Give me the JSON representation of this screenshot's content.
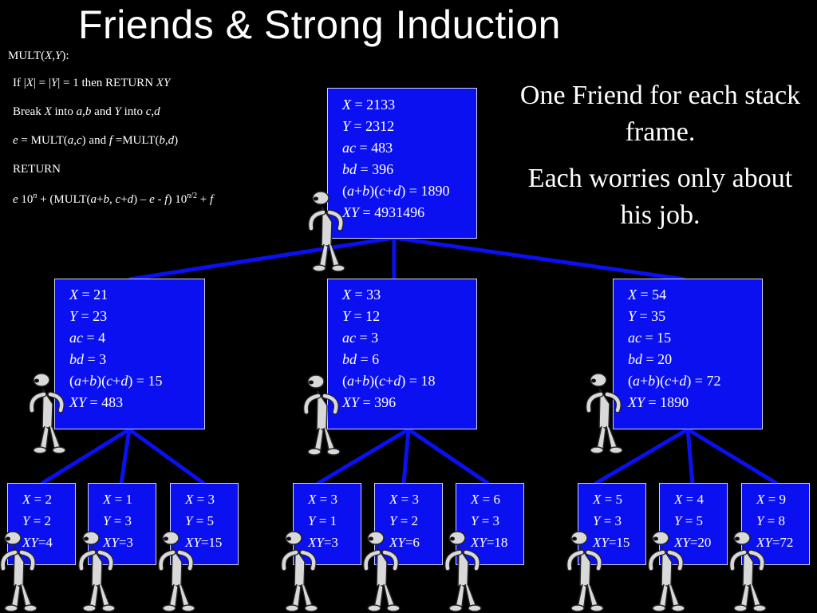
{
  "title": "Friends & Strong Induction",
  "algorithm": {
    "line0": "MULT(X,Y):",
    "line1": "If |X| = |Y| = 1 then RETURN XY",
    "line2": "Break X into a,b and Y into c,d",
    "line3": "e = MULT(a,c) and f =MULT(b,d)",
    "line4": "RETURN",
    "line5": "e 10n + (MULT(a+b, c+d) – e - f) 10n/2 + f"
  },
  "side_text": {
    "p1": "One Friend for each stack frame.",
    "p2": "Each worries only about his job."
  },
  "nodes": {
    "root": {
      "x": "X = 2133",
      "y": "Y = 2312",
      "ac": "ac = 483",
      "bd": "bd = 396",
      "abcd": "(a+b)(c+d) = 1890",
      "xy": "XY = 4931496"
    },
    "m1": {
      "x": "X = 21",
      "y": "Y = 23",
      "ac": "ac = 4",
      "bd": "bd = 3",
      "abcd": "(a+b)(c+d) = 15",
      "xy": "XY = 483"
    },
    "m2": {
      "x": "X  = 33",
      "y": "Y = 12",
      "ac": "ac = 3",
      "bd": "bd = 6",
      "abcd": "(a+b)(c+d) = 18",
      "xy": "XY = 396"
    },
    "m3": {
      "x": "X = 54",
      "y": "Y = 35",
      "ac": "ac = 15",
      "bd": "bd = 20",
      "abcd": "(a+b)(c+d) = 72",
      "xy": "XY = 1890"
    },
    "leaves": [
      {
        "x": "X = 2",
        "y": "Y = 2",
        "xy": "XY=4"
      },
      {
        "x": "X = 1",
        "y": "Y = 3",
        "xy": "XY=3"
      },
      {
        "x": "X = 3",
        "y": "Y = 5",
        "xy": "XY=15"
      },
      {
        "x": "X = 3",
        "y": "Y = 1",
        "xy": "XY=3"
      },
      {
        "x": "X = 3",
        "y": "Y = 2",
        "xy": "XY=6"
      },
      {
        "x": "X = 6",
        "y": "Y = 3",
        "xy": "XY=18"
      },
      {
        "x": "X = 5",
        "y": "Y = 3",
        "xy": "XY=15"
      },
      {
        "x": "X = 4",
        "y": "Y = 5",
        "xy": "XY=20"
      },
      {
        "x": "X = 9",
        "y": "Y = 8",
        "xy": "XY=72"
      }
    ]
  },
  "colors": {
    "box": "#0a10f0",
    "edge": "#0a10f0",
    "background": "#000000",
    "figure": "#d9d9d9"
  }
}
